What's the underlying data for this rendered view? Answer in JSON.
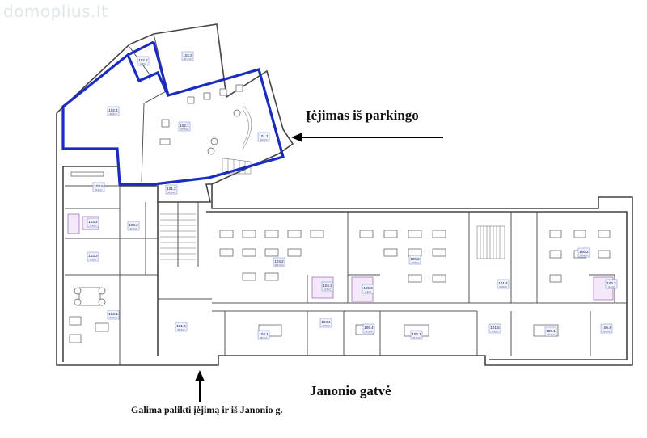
{
  "watermark": "domoplius.lt",
  "labels": {
    "entrance_parking": "Įėjimas iš parkingo",
    "street": "Janonio gatvė",
    "note_janonio": "Galima palikti įėjimą ir iš Janonio g."
  },
  "rooms": [
    {
      "id": "101.1",
      "area": "13.0m²"
    },
    {
      "id": "101.2",
      "area": "22.1m²"
    },
    {
      "id": "101.3",
      "area": "35.4m²"
    },
    {
      "id": "102.1",
      "area": "57.7m²"
    },
    {
      "id": "102.2",
      "area": "2.4m²"
    },
    {
      "id": "102.3",
      "area": "21.2m²"
    },
    {
      "id": "102.4",
      "area": "40.6m²"
    },
    {
      "id": "103.1",
      "area": "34.5m²"
    },
    {
      "id": "103.2",
      "area": "11.2m²"
    },
    {
      "id": "103.3",
      "area": "6.5m²"
    },
    {
      "id": "103.4",
      "area": "3.9m²"
    },
    {
      "id": "103.5",
      "area": "8.3m²"
    },
    {
      "id": "104.1",
      "area": "28.4m²"
    },
    {
      "id": "104.2",
      "area": "113.4m²"
    },
    {
      "id": "104.3",
      "area": "4.1m²"
    },
    {
      "id": "104.4",
      "area": "10.6m²"
    },
    {
      "id": "105.1",
      "area": "37.8m²"
    },
    {
      "id": "105.2",
      "area": "72.5m²"
    },
    {
      "id": "105.3",
      "area": "4.3m²"
    },
    {
      "id": "105.4",
      "area": "11.1m²"
    },
    {
      "id": "101.4",
      "area": "24.6m²"
    },
    {
      "id": "101.5",
      "area": "5.3m²"
    },
    {
      "id": "106.1",
      "area": "38.3m²"
    },
    {
      "id": "106.2",
      "area": "68.9m²"
    },
    {
      "id": "106.3",
      "area": "4.2m²"
    },
    {
      "id": "106.4",
      "area": "10.4m²"
    }
  ],
  "colors": {
    "highlight": "#1a2bbf",
    "arrow": "#000000",
    "wall": "#444444"
  }
}
